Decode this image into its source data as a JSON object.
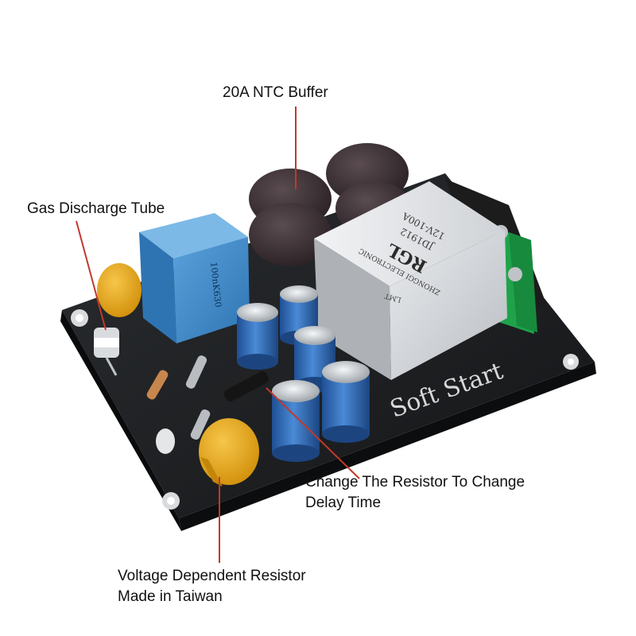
{
  "callouts": {
    "ntc": "20A NTC Buffer",
    "gas_tube": "Gas Discharge Tube",
    "resistor_line1": "Change The Resistor To Change",
    "resistor_line2": "Delay Time",
    "varistor_line1": "Voltage Dependent Resistor",
    "varistor_line2": "Made in Taiwan"
  },
  "board": {
    "silkscreen": "Soft Start"
  },
  "relay": {
    "brand": "RGL",
    "maker": "ZHONGGI ELECTRONIC",
    "model": "JD1912",
    "rating": "12V-100A",
    "side_mark": "LMT"
  },
  "capacitor_box": {
    "marking": "100nK630"
  },
  "colors": {
    "callout_line": "#c0392b",
    "pcb": "#1d1f21",
    "relay": "#d6d8db",
    "terminal": "#1fa34a",
    "ntc": "#3b3033",
    "electrolytic": "#2f6ec0",
    "film_cap": "#3c86c4",
    "varistor": "#e8a415"
  }
}
